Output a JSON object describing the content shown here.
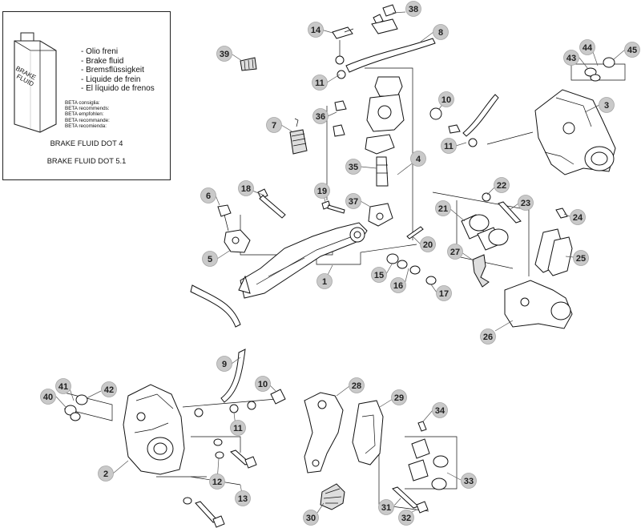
{
  "info_box": {
    "bottle_label": [
      "BRAKE",
      "FLUID"
    ],
    "fluid_names": [
      "- Olio freni",
      "- Brake fluid",
      "- Bremsflüssigkeit",
      "- Liquide de frein",
      "- El líquido de frenos"
    ],
    "recommend_lines": [
      "BETA consiglia:",
      "BETA recommends:",
      "BETA empfohlen:",
      "BETA recommande:",
      "BETA recomienda:"
    ],
    "dot_4": "BRAKE FLUID DOT 4",
    "dot_5_1": "BRAKE FLUID DOT 5.1"
  },
  "callouts": {
    "c1": "1",
    "c2": "2",
    "c3": "3",
    "c4": "4",
    "c5": "5",
    "c6": "6",
    "c7": "7",
    "c8": "8",
    "c9": "9",
    "c10a": "10",
    "c10b": "10",
    "c11a": "11",
    "c11b": "11",
    "c11c": "11",
    "c12": "12",
    "c13": "13",
    "c14": "14",
    "c15": "15",
    "c16": "16",
    "c17": "17",
    "c18": "18",
    "c19": "19",
    "c20": "20",
    "c21": "21",
    "c22": "22",
    "c23": "23",
    "c24": "24",
    "c25": "25",
    "c26": "26",
    "c27": "27",
    "c28": "28",
    "c29": "29",
    "c30": "30",
    "c31": "31",
    "c32": "32",
    "c33": "33",
    "c34": "34",
    "c35": "35",
    "c36": "36",
    "c37": "37",
    "c38": "38",
    "c39": "39",
    "c40": "40",
    "c41": "41",
    "c42": "42",
    "c43": "43",
    "c44": "44",
    "c45": "45"
  }
}
